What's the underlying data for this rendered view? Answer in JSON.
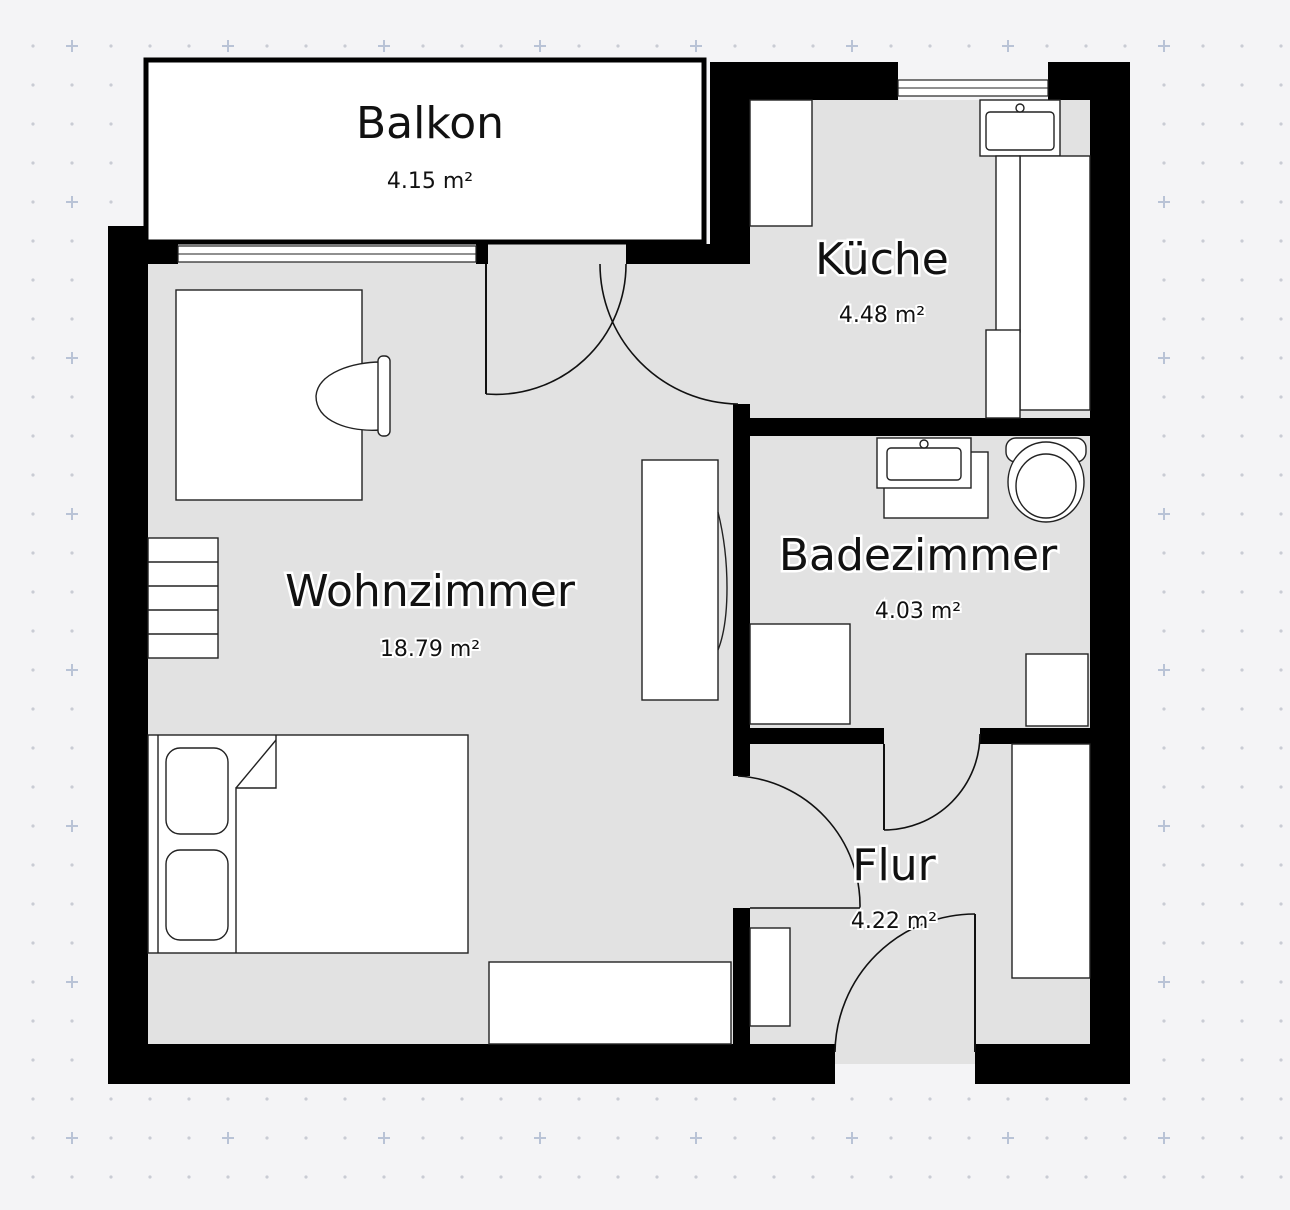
{
  "rooms": [
    {
      "id": "balkon",
      "name": "Balkon",
      "area": "4.15 m²"
    },
    {
      "id": "kueche",
      "name": "Küche",
      "area": "4.48 m²"
    },
    {
      "id": "wohnzimmer",
      "name": "Wohnzimmer",
      "area": "18.79 m²"
    },
    {
      "id": "badezimmer",
      "name": "Badezimmer",
      "area": "4.03 m²"
    },
    {
      "id": "flur",
      "name": "Flur",
      "area": "4.22 m²"
    }
  ]
}
